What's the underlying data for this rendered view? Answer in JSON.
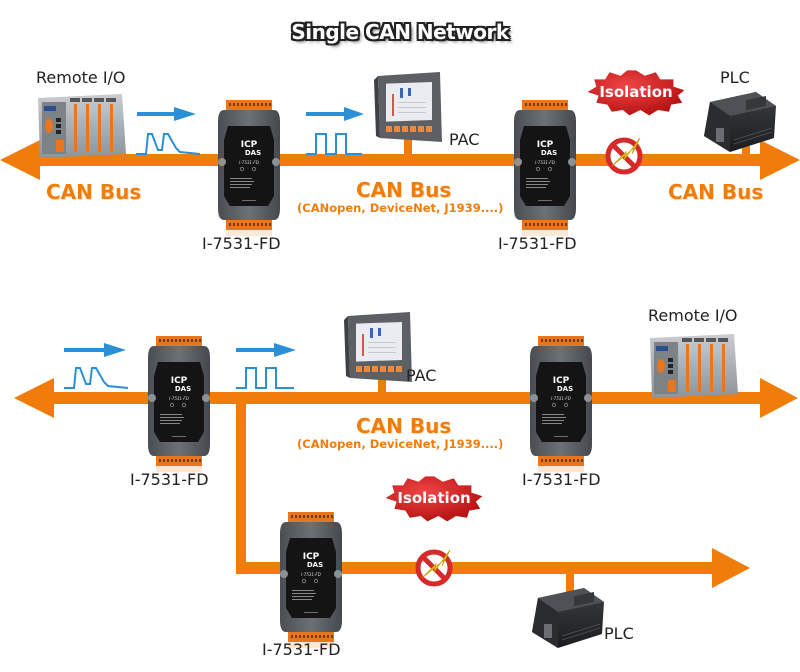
{
  "title": "Single CAN Network",
  "colors": {
    "bus": "#f07d0a",
    "signal": "#2b8fd6",
    "isolation_badge": "#d81e1e",
    "device_body": "#5e6266",
    "device_face": "#141414",
    "terminal": "#e8761e"
  },
  "top_diagram": {
    "nodes": [
      {
        "type": "remote-io",
        "label": "Remote I/O"
      },
      {
        "type": "repeater",
        "label": "I-7531-FD"
      },
      {
        "type": "pac",
        "label": "PAC"
      },
      {
        "type": "repeater",
        "label": "I-7531-FD"
      },
      {
        "type": "plc",
        "label": "PLC"
      }
    ],
    "bus_labels": {
      "left": "CAN Bus",
      "center": "CAN Bus",
      "center_sub": "(CANopen, DeviceNet, J1939....)",
      "right": "CAN Bus"
    },
    "isolation_label": "Isolation",
    "signals": [
      "distorted-signal",
      "clean-signal"
    ]
  },
  "bottom_diagram": {
    "nodes": [
      {
        "type": "repeater",
        "label": "I-7531-FD"
      },
      {
        "type": "pac",
        "label": "PAC"
      },
      {
        "type": "repeater",
        "label": "I-7531-FD"
      },
      {
        "type": "remote-io",
        "label": "Remote I/O"
      },
      {
        "type": "repeater",
        "label": "I-7531-FD"
      },
      {
        "type": "plc",
        "label": "PLC"
      }
    ],
    "bus_labels": {
      "center": "CAN Bus",
      "center_sub": "(CANopen, DeviceNet, J1939....)"
    },
    "isolation_label": "Isolation",
    "signals": [
      "distorted-signal",
      "clean-signal"
    ]
  },
  "device_face": {
    "brand": "ICP DAS",
    "model": "I-7531-FD"
  }
}
